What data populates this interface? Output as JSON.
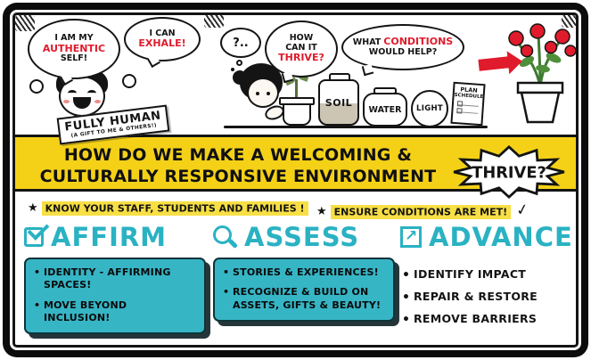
{
  "colors": {
    "yellow": "#f4d117",
    "teal": "#2ab2c3",
    "red": "#e01b2c",
    "ink": "#141414"
  },
  "scene": {
    "bubble_authentic": {
      "line1": "I AM MY",
      "em": "AUTHENTIC",
      "line2": "SELF!"
    },
    "bubble_exhale": {
      "line1": "I CAN",
      "em": "EXHALE!"
    },
    "thought": "?..",
    "bubble_thrive": {
      "line1": "HOW",
      "line2": "CAN IT",
      "em": "THRIVE?"
    },
    "bubble_conditions": {
      "pre": "WHAT",
      "em": "CONDITIONS",
      "line2": "WOULD HELP?"
    },
    "ribbon": {
      "title": "FULLY HUMAN",
      "subtitle": "(A GIFT TO ME & OTHERS!)"
    },
    "labels": {
      "soil": "SOIL",
      "water": "WATER",
      "light": "LIGHT",
      "plan": "PLAN",
      "schedule": "SCHEDULE"
    }
  },
  "banner": {
    "line1": "HOW DO WE MAKE A WELCOMING &",
    "line2": "CULTURALLY RESPONSIVE ENVIRONMENT",
    "burst": "THRIVE?"
  },
  "strip": {
    "star": "★",
    "item1": "KNOW YOUR STAFF, STUDENTS AND FAMILIES !",
    "item2": "ENSURE CONDITIONS ARE MET!",
    "check": "✓"
  },
  "columns": [
    {
      "heading": "AFFIRM",
      "bullets": [
        "IDENTITY - AFFIRMING SPACES!",
        "MOVE BEYOND INCLUSION!"
      ]
    },
    {
      "heading": "ASSESS",
      "bullets": [
        "STORIES & EXPERIENCES!",
        "RECOGNIZE & BUILD ON ASSETS, GIFTS & BEAUTY!"
      ]
    },
    {
      "heading": "ADVANCE",
      "bullets": [
        "IDENTIFY IMPACT",
        "REPAIR & RESTORE",
        "REMOVE BARRIERS"
      ]
    }
  ]
}
